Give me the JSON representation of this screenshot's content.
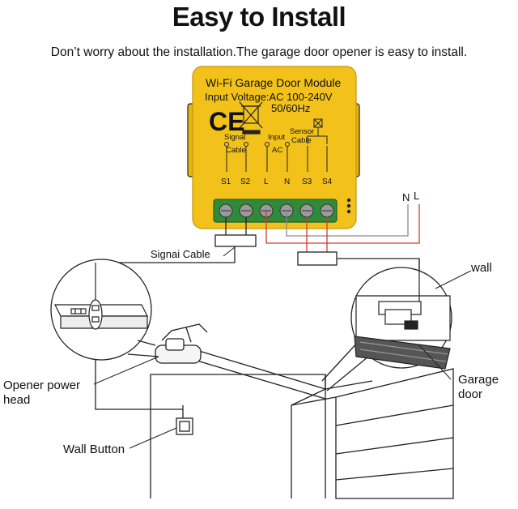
{
  "header": {
    "title": "Easy to Install",
    "subtitle": "Don’t worry about the installation.The garage door opener is easy to install."
  },
  "module": {
    "name": "Wi-Fi Garage Door Module",
    "voltage": "Input Voltage:AC 100-240V",
    "frequency": "50/60Hz",
    "ce_mark": "CE",
    "groups": {
      "signal": "Signal",
      "cable1": "Cable",
      "input": "Input",
      "ac": "AC",
      "sensor": "Sensor",
      "cable2": "Cable"
    },
    "terminals": [
      "S1",
      "S2",
      "L",
      "N",
      "S3",
      "S4"
    ]
  },
  "labels": {
    "n": "N",
    "l": "L",
    "signal_cable": "Signai Cable",
    "wall": "wall",
    "opener_line1": "Opener power",
    "opener_line2": "head",
    "garage_line1": "Garage",
    "garage_line2": "door",
    "wall_button": "Wall Button"
  },
  "colors": {
    "module_body": "#f2c21b",
    "terminal_block": "#2f8a3a",
    "wire_red": "#d33a2c",
    "wire_grey": "#8a8a8a",
    "line": "#222222"
  }
}
